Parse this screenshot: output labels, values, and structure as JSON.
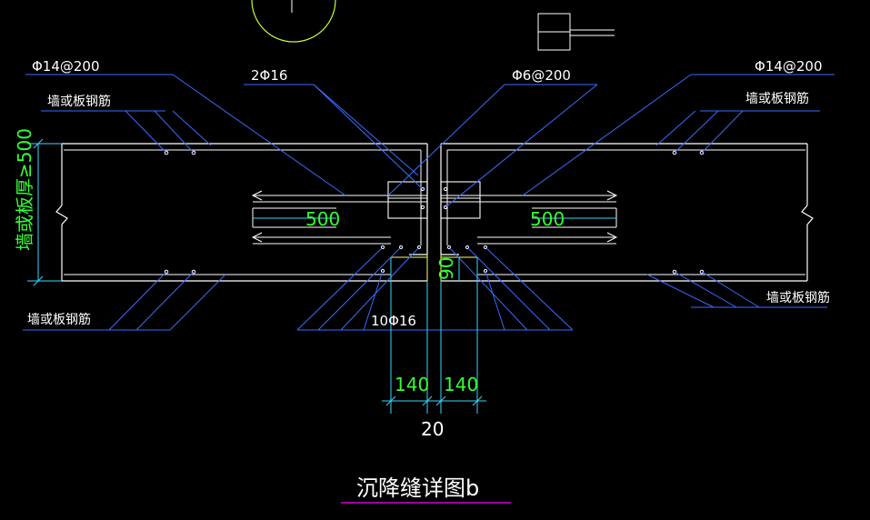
{
  "drawing": {
    "title": "沉降缝详图b",
    "labels": {
      "rebar_top_left": "Φ14@200",
      "rebar_top_right": "Φ14@200",
      "rebar_center_left": "2Φ16",
      "rebar_center_right": "Φ6@200",
      "rebar_bottom_center": "10Φ16",
      "wall_rebar_top_left": "墙或板钢筋",
      "wall_rebar_top_right": "墙或板钢筋",
      "wall_rebar_bottom_left": "墙或板钢筋",
      "wall_rebar_bottom_right": "墙或板钢筋",
      "thickness": "墙或板厚≥500"
    },
    "dimensions": {
      "lap_left": "500",
      "lap_right": "500",
      "depth": "90",
      "width_left": "140",
      "width_right": "140",
      "gap": "20"
    },
    "colors": {
      "background": "#000000",
      "concrete_line": "#ffffff",
      "leader_line": "#3a6bff",
      "dimension_text": "#33ff33",
      "circle": "#c8ff3a",
      "title_underline": "#d400d4",
      "rebar_line": "#ffff66"
    }
  }
}
